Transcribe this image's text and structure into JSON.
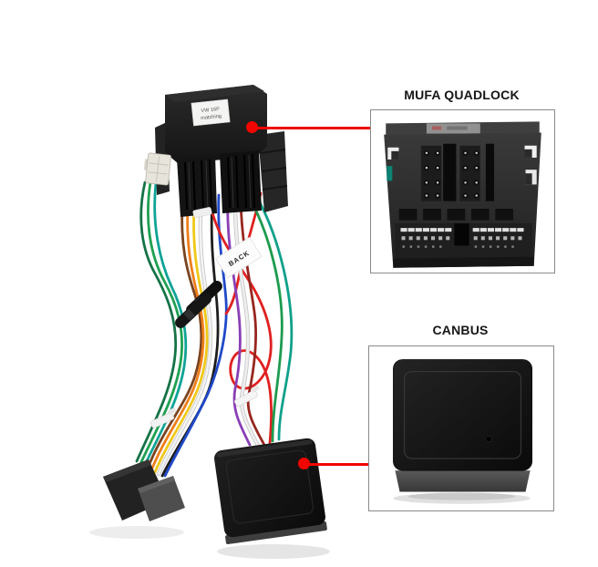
{
  "page": {
    "background": "#ffffff"
  },
  "callouts": {
    "quadlock": {
      "title": "MUFA QUADLOCK"
    },
    "canbus": {
      "title": "CANBUS"
    }
  },
  "harness": {
    "adapter_label": {
      "line1": "VW 16P",
      "line2": "matching"
    },
    "back_tag": "BACK",
    "wires": [
      {
        "name": "dark-green",
        "color": "#157347"
      },
      {
        "name": "green",
        "color": "#1fa052"
      },
      {
        "name": "teal",
        "color": "#0fa396"
      },
      {
        "name": "brown",
        "color": "#7a4420"
      },
      {
        "name": "orange",
        "color": "#ef7f1a"
      },
      {
        "name": "yellow",
        "color": "#f0c818"
      },
      {
        "name": "white",
        "color": "#f2f2f2"
      },
      {
        "name": "black",
        "color": "#1d1d1d"
      },
      {
        "name": "red-loop",
        "color": "#e02020"
      },
      {
        "name": "blue",
        "color": "#2049c8"
      },
      {
        "name": "purple",
        "color": "#8a3fb5"
      },
      {
        "name": "white-2",
        "color": "#eeeeee"
      },
      {
        "name": "maroon",
        "color": "#97261f"
      },
      {
        "name": "green-2",
        "color": "#1d9b4e"
      },
      {
        "name": "teal-2",
        "color": "#11a08b"
      },
      {
        "name": "red-2",
        "color": "#e02020"
      }
    ]
  },
  "colors": {
    "accent_red": "#f00500",
    "callout_border": "#8a8a8a",
    "title_text": "#161616"
  }
}
